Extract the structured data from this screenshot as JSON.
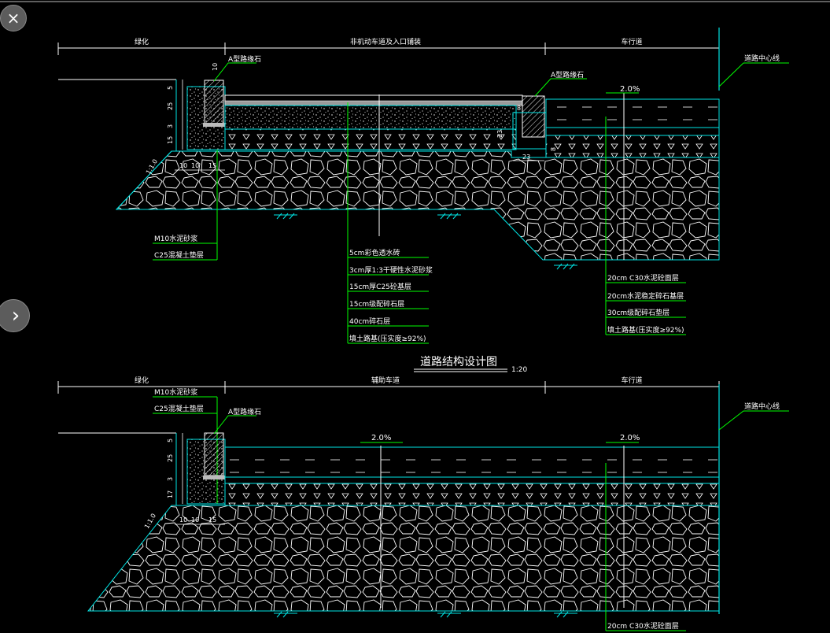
{
  "viewer": {
    "close_icon": "close-icon",
    "next_icon": "chevron-right-icon",
    "close_glyph": "×",
    "next_glyph": "›"
  },
  "colors": {
    "background": "#000000",
    "line_white": "#ffffff",
    "line_cyan": "#00e5e5",
    "line_green": "#00ff00",
    "line_yellow": "#ffff00",
    "line_gray": "#c0c0c0"
  },
  "title": {
    "text": "道路结构设计图",
    "scale": "1:20"
  },
  "upper": {
    "zone_left": "绿化",
    "zone_middle": "非机动车道及入口铺装",
    "zone_right": "车行道",
    "centerline": "道路中心线",
    "curb_left": "A型路缘石",
    "curb_right": "A型路缘石",
    "slope": "2.0%",
    "dims_vertical": [
      "5",
      "25",
      "3",
      "15"
    ],
    "dims_bottom": [
      "10",
      "10",
      "15"
    ],
    "dim_top": "10",
    "dims_curb_right": [
      "8",
      "23",
      "8",
      "23"
    ],
    "batter": "1:1.0",
    "left_notes": [
      "M10水泥砂浆",
      "C25混凝土垫层"
    ],
    "middle_notes": [
      "5cm彩色透水砖",
      "3cm厚1:3干硬性水泥砂浆",
      "15cm厚C25砼基层",
      "15cm级配碎石层",
      "40cm碎石层",
      "填土路基(压实度≥92%)"
    ],
    "right_notes": [
      "20cm C30水泥砼面层",
      "20cm水泥稳定碎石基层",
      "30cm级配碎石垫层",
      "填土路基(压实度≥92%)"
    ]
  },
  "lower": {
    "zone_left": "绿化",
    "zone_middle": "辅助车道",
    "zone_right": "车行道",
    "centerline": "道路中心线",
    "left_notes": [
      "M10水泥砂浆",
      "C25混凝土垫层"
    ],
    "curb_left": "A型路缘石",
    "slope_middle": "2.0%",
    "slope_right": "2.0%",
    "dims_vertical": [
      "5",
      "25",
      "3",
      "17"
    ],
    "dims_bottom": [
      "10",
      "10",
      "15"
    ],
    "batter": "1:1.0",
    "right_note": "20cm C30水泥砼面层"
  }
}
